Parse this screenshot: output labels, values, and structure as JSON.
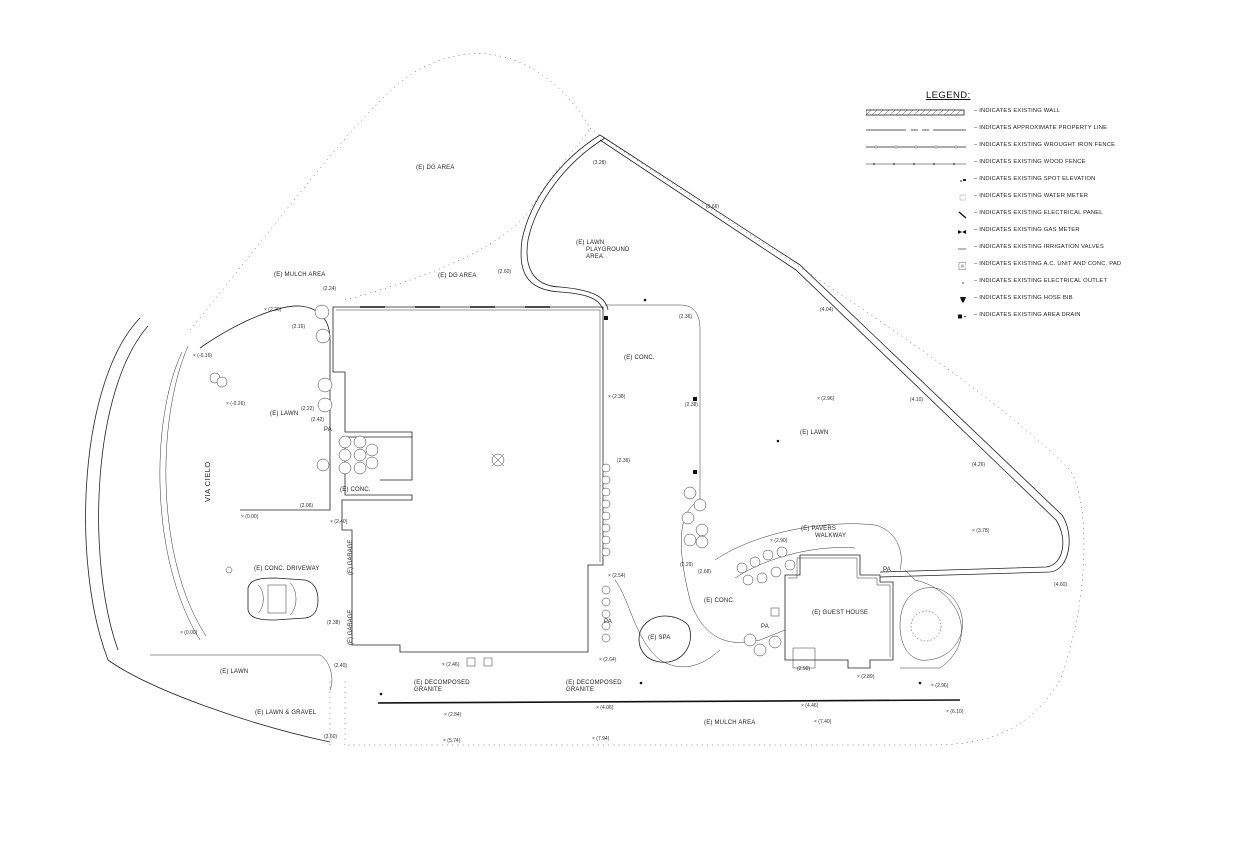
{
  "street": {
    "name": "VIA CIELO"
  },
  "areas": {
    "dg_area_north": "(E) DG AREA",
    "dg_area_middle": "(E) DG AREA",
    "mulch_area_west": "(E) MULCH AREA",
    "lawn_playground_line1": "(E) LAWN",
    "lawn_playground_line2": "PLAYGROUND",
    "lawn_playground_line3": "AREA",
    "lawn_west": "(E) LAWN",
    "conc_west": "(E) CONC.",
    "conc_driveway": "(E) CONC. DRIVEWAY",
    "garage_1": "(E) GARAGE",
    "garage_2": "(E) GARAGE",
    "conc_north": "(E) CONC.",
    "lawn_east": "(E) LAWN",
    "pavers_line1": "(E) PAVERS",
    "pavers_line2": "WALKWAY",
    "conc_south": "(E) CONC.",
    "spa": "(E) SPA",
    "guest_house": "(E) GUEST HOUSE",
    "lawn_south": "(E) LAWN",
    "lawn_gravel": "(E) LAWN & GRAVEL",
    "decomposed_granite_1_line1": "(E) DECOMPOSED",
    "decomposed_granite_1_line2": "GRANITE",
    "decomposed_granite_2_line1": "(E) DECOMPOSED",
    "decomposed_granite_2_line2": "GRANITE",
    "mulch_area_south": "(E) MULCH AREA",
    "pa_1": "PA",
    "pa_2": "PA",
    "pa_3": "PA",
    "pa_4": "PA"
  },
  "elevations": [
    "(3.28)",
    "(3.66)",
    "(2.60)",
    "(2.24)",
    "× (2.26)",
    "(2.16)",
    "× (-0.16)",
    "× (-0.26)",
    "(2.22)",
    "(2.42)",
    "(2.36)",
    "× (2.38)",
    "(2.38)",
    "(2.39)",
    "(4.04)",
    "× (2.96)",
    "(4.10)",
    "(4.26)",
    "× (3.78)",
    "(4.60)",
    "(2.06)",
    "× (0.00)",
    "× (2.40)",
    "× (2.90)",
    "(2.29)",
    "(2.68)",
    "× (2.54)",
    "(2.38)",
    "× (0.00)",
    "× (2.46)",
    "× (2.64)",
    "(2.40)",
    "(2.90)",
    "× (2.89)",
    "× (2.96)",
    "× (2.84)",
    "× (4.06)",
    "× (4.46)",
    "× (7.40)",
    "× (6.10)",
    "(3.60)",
    "× (5.74)",
    "× (7.94)"
  ],
  "legend": {
    "title": "LEGEND:",
    "items": [
      "– INDICATES EXISTING WALL",
      "– INDICATES APPROXIMATE PROPERTY LINE",
      "– INDICATES EXISTING WROUGHT IRON FENCE",
      "– INDICATES EXISTING WOOD FENCE",
      "– INDICATES EXISTING SPOT ELEVATION",
      "– INDICATES EXISTING WATER METER",
      "– INDICATES EXISTING ELECTRICAL PANEL",
      "– INDICATES EXISTING GAS METER",
      "– INDICATES EXISTING IRRIGATION VALVES",
      "– INDICATES EXISTING A.C. UNIT AND CONC. PAD",
      "– INDICATES EXISTING ELECTRICAL OUTLET",
      "– INDICATES EXISTING HOSE BIB",
      "– INDICATES EXISTING AREA DRAIN"
    ]
  }
}
